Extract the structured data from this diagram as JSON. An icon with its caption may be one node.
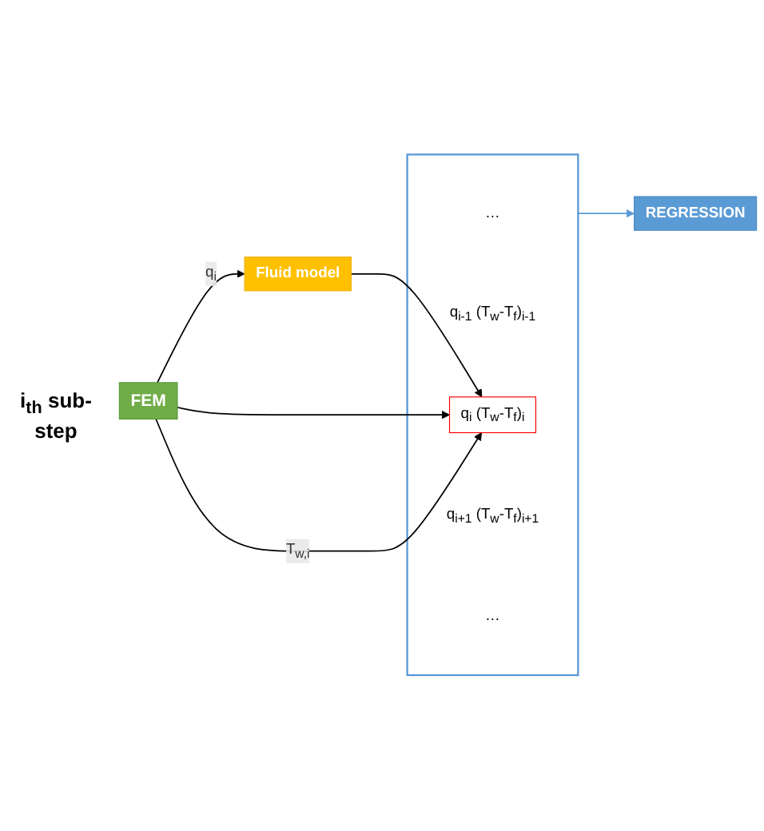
{
  "diagram": {
    "nodes": [
      {
        "text": [
          "FEM"
        ]
      },
      {
        "text": [
          "Fluid model"
        ]
      },
      {
        "text": [],
        "shape": "box"
      },
      {
        "text": [
          "…"
        ],
        "in": 2
      },
      {
        "text": [
          "q$_{i-1}$ (T$_{w}$-T$_{f}$)$_{i-1}$"
        ],
        "in": 2
      },
      {
        "text": [
          "q$_{i}$ (T$_{w}$-T$_{f}$)$_{i}$"
        ],
        "in": 2
      },
      {
        "text": [
          "q$_{i+1}$ (T$_{w}$-T$_{f}$)$_{i+1}$"
        ],
        "in": 2
      },
      {
        "text": [
          "…"
        ],
        "in": 2
      },
      {
        "text": [
          "REGRESSION"
        ]
      }
    ],
    "edges": [
      {
        "from": 0,
        "to": 1,
        "arrow": "to",
        "label": "q$_{i}$"
      },
      {
        "from": 1,
        "to": 5,
        "arrow": "to"
      },
      {
        "from": 0,
        "to": 5,
        "arrow": "to"
      },
      {
        "from": 0,
        "to": 5,
        "arrow": "to",
        "label": "T$_{w,i}$"
      },
      {
        "from": 2,
        "to": 8,
        "arrow": "to",
        "color": "#5b9bd5"
      }
    ],
    "labels": [
      "i$_{th}$ sub-step"
    ]
  }
}
